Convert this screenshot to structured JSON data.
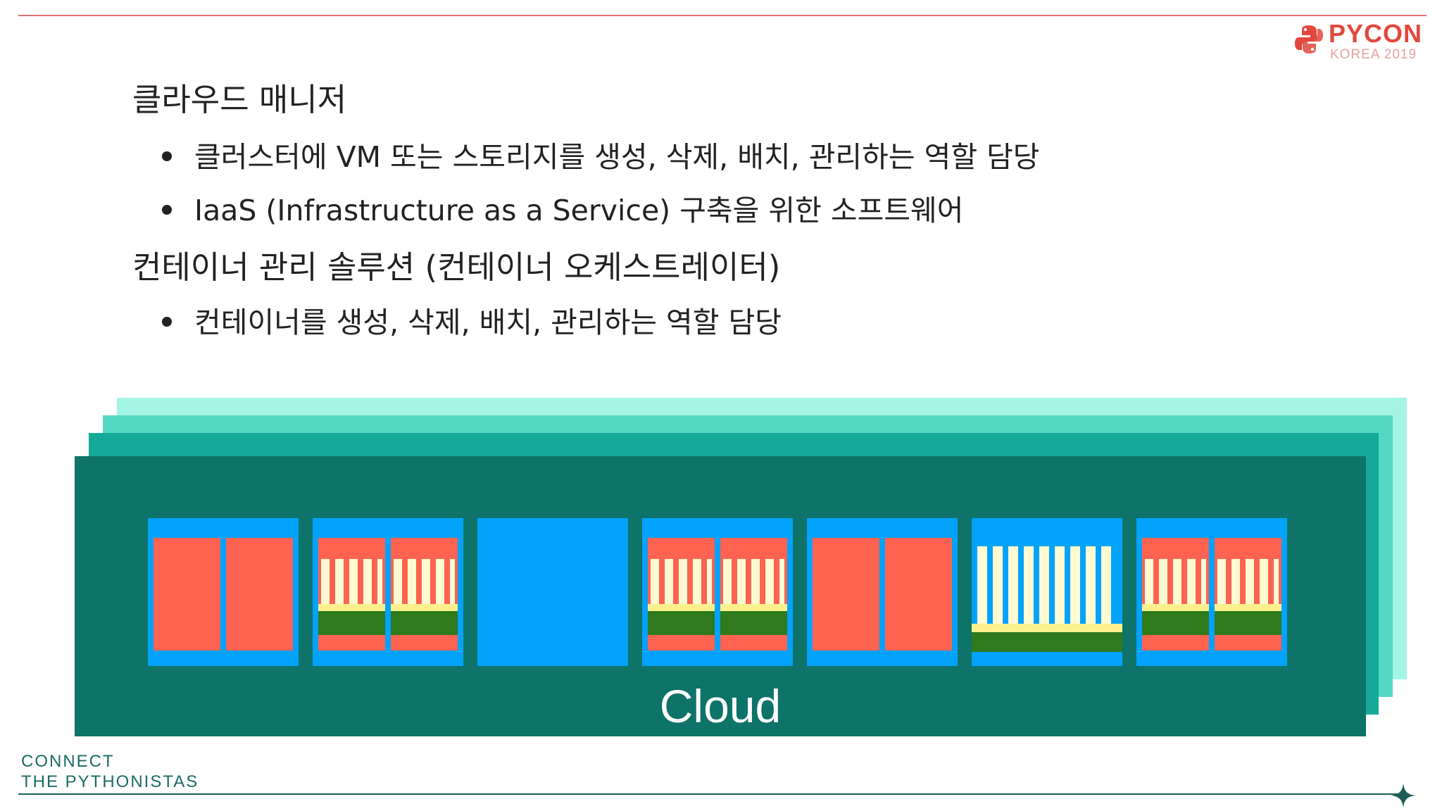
{
  "logo": {
    "word": "PYCON",
    "subtitle": "KOREA 2019"
  },
  "sections": [
    {
      "heading": "클라우드 매니저",
      "bullets": [
        "클러스터에 VM 또는 스토리지를 생성, 삭제, 배치, 관리하는 역할 담당",
        "IaaS (Infrastructure as a Service) 구축을 위한 소프트웨어"
      ]
    },
    {
      "heading": "컨테이너 관리 솔루션 (컨테이너 오케스트레이터)",
      "bullets": [
        "컨테이너를 생성, 삭제, 배치, 관리하는 역할 담당"
      ]
    }
  ],
  "diagram": {
    "cloud_label": "Cloud",
    "servers": [
      {
        "type": "vms"
      },
      {
        "type": "vms-with-containers"
      },
      {
        "type": "empty"
      },
      {
        "type": "vms-with-containers"
      },
      {
        "type": "vms"
      },
      {
        "type": "containers"
      },
      {
        "type": "vms-with-containers"
      }
    ]
  },
  "footer": {
    "line1": "CONNECT",
    "line2": "THE PYTHONISTAS"
  },
  "colors": {
    "accent_red": "#e2483d",
    "cloud": "#0e7369",
    "layer_light": "#a3f4e4",
    "layer_mid": "#55d8c3",
    "layer_dark": "#15aa98",
    "server": "#03a2fb",
    "vm": "#fe6352",
    "container": "#fffad2",
    "container_base": "#fcf08c",
    "os_block": "#2f7a1d"
  }
}
